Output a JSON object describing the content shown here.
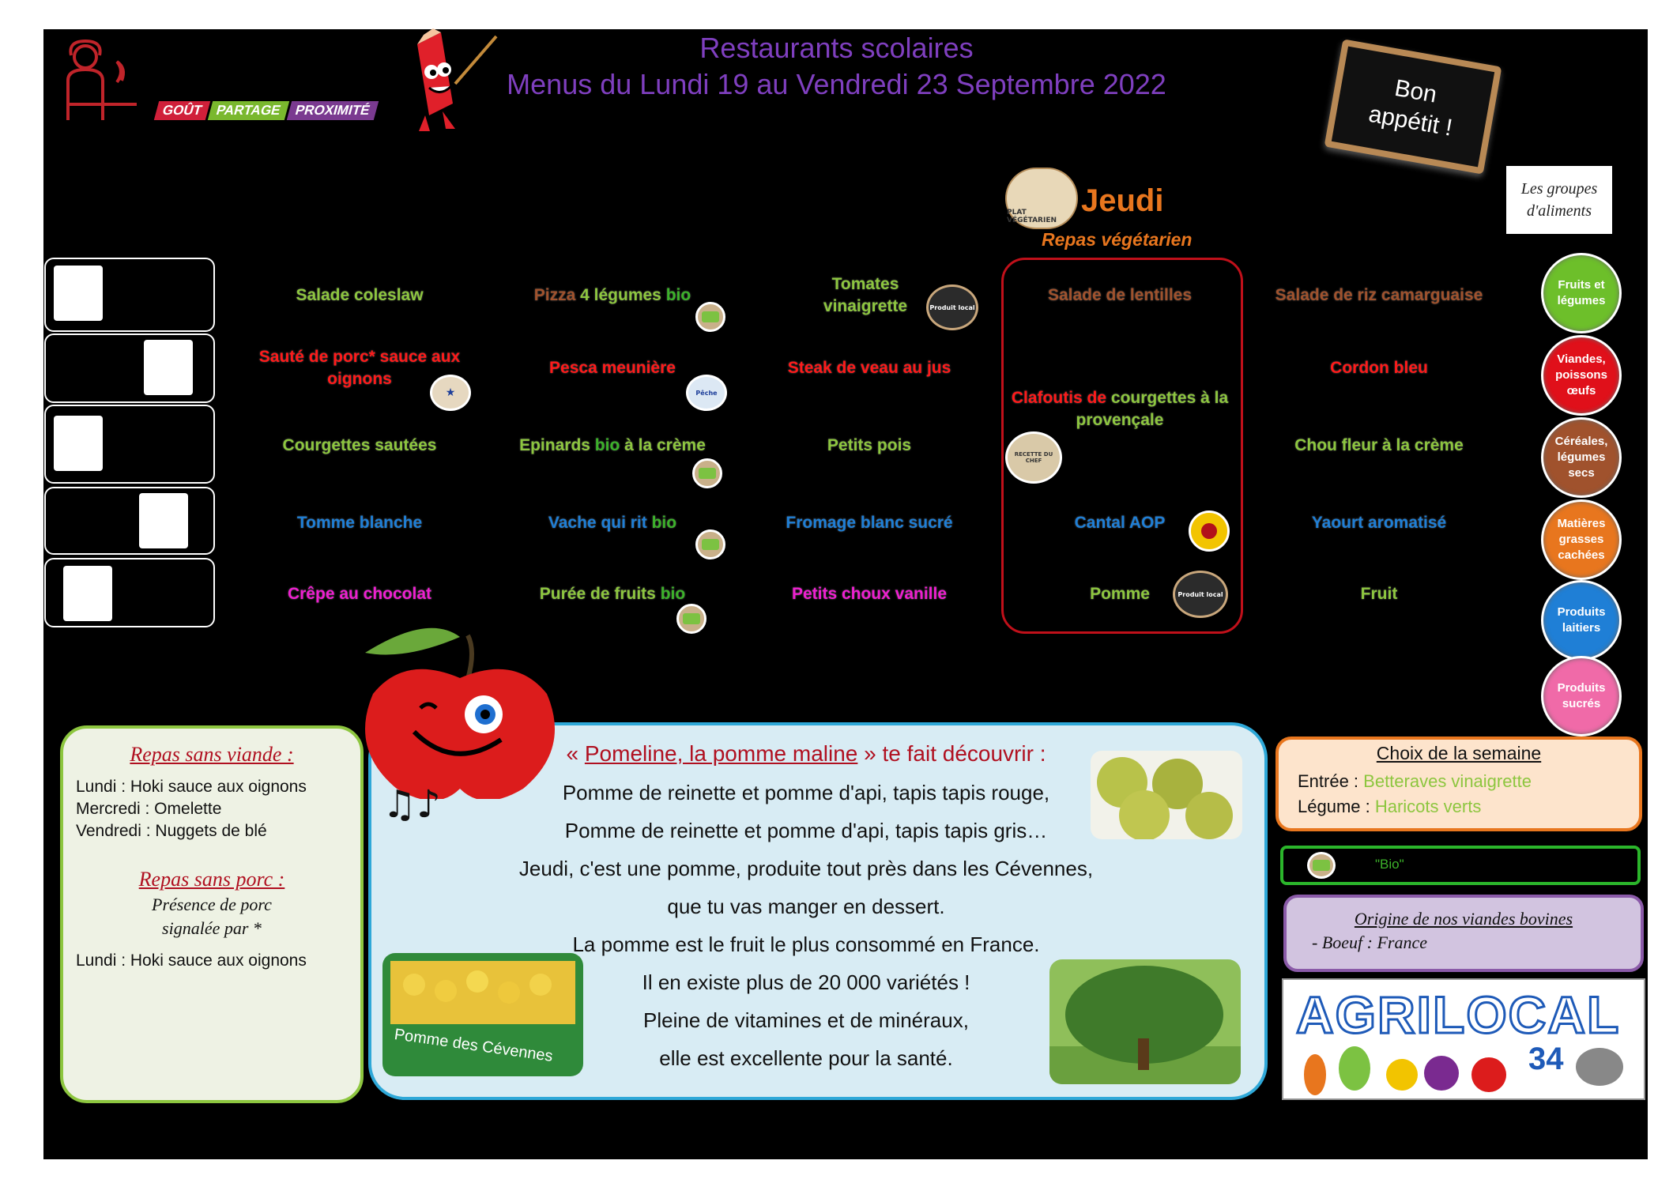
{
  "header": {
    "title": "Restaurants scolaires",
    "subtitle": "Menus du Lundi 19 au Vendredi 23 Septembre 2022",
    "slogan": [
      "GOÛT",
      "PARTAGE",
      "PROXIMITÉ"
    ],
    "board": "Bon appétit !"
  },
  "thursday": {
    "day": "Jeudi",
    "note": "Repas végétarien",
    "badge": "PLAT VÉGÉTARIEN"
  },
  "food_groups": {
    "title": "Les groupes d'aliments",
    "items": [
      {
        "label": "Fruits et légumes",
        "color": "#6dbf2a"
      },
      {
        "label": "Viandes, poissons œufs",
        "color": "#e0101a"
      },
      {
        "label": "Céréales, légumes secs",
        "color": "#a0522d"
      },
      {
        "label": "Matières grasses cachées",
        "color": "#e8761e"
      },
      {
        "label": "Produits laitiers",
        "color": "#1f7fd6"
      },
      {
        "label": "Produits sucrés",
        "color": "#f06aa8"
      }
    ]
  },
  "menu": {
    "entree": {
      "mon": "Salade coleslaw",
      "tue_a": "Pizza",
      "tue_b": " 4 légumes ",
      "tue_c": "bio",
      "wed": "Tomates vinaigrette",
      "thu": "Salade de lentilles",
      "fri": "Salade de riz camarguaise"
    },
    "plat": {
      "mon": "Sauté de porc* sauce aux oignons",
      "tue": "Pesca meunière",
      "wed": "Steak de veau au jus",
      "thu_a": "Clafoutis de",
      "thu_b": " courgettes à la provençale",
      "fri": "Cordon bleu"
    },
    "legume": {
      "mon": "Courgettes sautées",
      "tue_a": "Epinards ",
      "tue_b": "bio",
      "tue_c": " à la crème",
      "wed": "Petits pois",
      "fri": "Chou fleur à la crème"
    },
    "laitage": {
      "mon": "Tomme blanche",
      "tue_a": "Vache qui rit ",
      "tue_b": "bio",
      "wed": "Fromage blanc sucré",
      "thu": "Cantal AOP",
      "fri": "Yaourt aromatisé"
    },
    "dessert": {
      "mon": "Crêpe au chocolat",
      "tue_a": "Purée de fruits ",
      "tue_b": "bio",
      "wed": "Petits choux vanille",
      "thu": "Pomme",
      "fri": "Fruit"
    }
  },
  "labels": {
    "local": "Produit local",
    "chef": "RECETTE DU CHEF",
    "peche": "Pêche"
  },
  "left_panel": {
    "sans_viande_title": "Repas sans viande :",
    "sans_viande": [
      "Lundi : Hoki sauce aux oignons",
      "Mercredi : Omelette",
      "Vendredi : Nuggets de blé"
    ],
    "sans_porc_title": "Repas sans porc :",
    "porc_note_1": "Présence de porc",
    "porc_note_2": "signalée par *",
    "sans_porc": "Lundi : Hoki sauce aux oignons"
  },
  "center_panel": {
    "intro_a": "« ",
    "intro_link": "Pomeline, la pomme maline",
    "intro_b": " » te fait découvrir :",
    "lines": [
      "Pomme de reinette et pomme d'api, tapis tapis rouge,",
      "Pomme de reinette et pomme d'api, tapis tapis gris…",
      "Jeudi, c'est une pomme, produite tout près dans les Cévennes,",
      "que tu vas manger en dessert.",
      "La pomme est le fruit le plus consommé en France.",
      "Il en existe plus de 20 000 variétés !",
      "Pleine de vitamines et de minéraux,",
      "elle est excellente pour la santé."
    ],
    "crate_text": "Pomme des Cévennes"
  },
  "choix": {
    "title": "Choix de la semaine",
    "entree_label": "Entrée : ",
    "entree_value": "Betteraves vinaigrette",
    "legume_label": "Légume : ",
    "legume_value": "Haricots verts"
  },
  "bio_legend": "\"Bio\"",
  "origine": {
    "title": "Origine de nos viandes bovines",
    "line": "- Boeuf : France"
  },
  "agrilocal": {
    "name": "AGRILOCAL",
    "num": "34"
  }
}
